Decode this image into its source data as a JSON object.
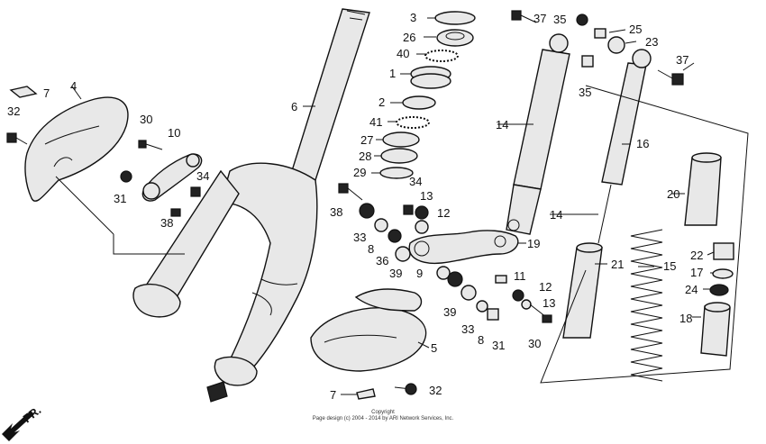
{
  "diagram": {
    "callouts": {
      "c1": "1",
      "c2": "2",
      "c3": "3",
      "c4": "4",
      "c5": "5",
      "c6": "6",
      "c7a": "7",
      "c7b": "7",
      "c8a": "8",
      "c8b": "8",
      "c9": "9",
      "c10": "10",
      "c11": "11",
      "c12a": "12",
      "c12b": "12",
      "c13a": "13",
      "c13b": "13",
      "c14a": "14",
      "c14b": "14",
      "c15": "15",
      "c16": "16",
      "c17": "17",
      "c18": "18",
      "c19": "19",
      "c20": "20",
      "c21": "21",
      "c22": "22",
      "c23": "23",
      "c24": "24",
      "c25": "25",
      "c26": "26",
      "c27": "27",
      "c28": "28",
      "c29": "29",
      "c30a": "30",
      "c30b": "30",
      "c31a": "31",
      "c31b": "31",
      "c32a": "32",
      "c32b": "32",
      "c33a": "33",
      "c33b": "33",
      "c34a": "34",
      "c34b": "34",
      "c35a": "35",
      "c35b": "35",
      "c36": "36",
      "c37a": "37",
      "c37b": "37",
      "c38a": "38",
      "c38b": "38",
      "c39a": "39",
      "c39b": "39",
      "c40": "40",
      "c41": "41"
    },
    "front_marker": "FR.",
    "copyright_title": "Copyright",
    "copyright_line": "Page design (c) 2004 - 2014 by ARI Network Services, Inc."
  }
}
